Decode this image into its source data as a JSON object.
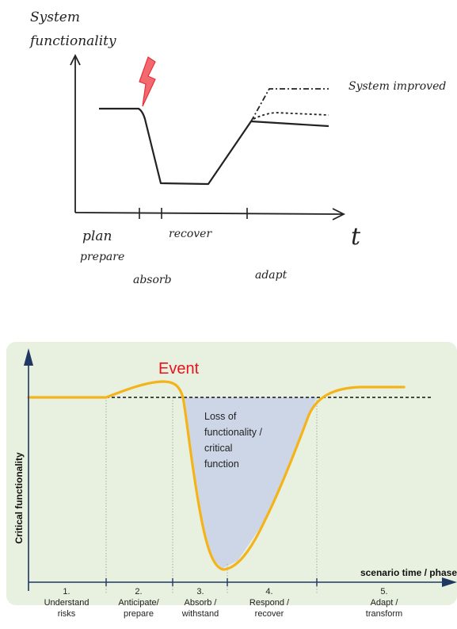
{
  "sketch": {
    "y_label_line1": "System",
    "y_label_line2": "functionality",
    "x_label": "t",
    "improved_label": "System improved",
    "phase_plan": "plan",
    "phase_prepare": "prepare",
    "phase_recover": "recover",
    "phase_absorb": "absorb",
    "phase_adapt": "adapt",
    "colors": {
      "ink": "#222222",
      "lightning": "#e8303a"
    }
  },
  "resilience": {
    "event_label": "Event",
    "y_axis_label": "Critical functionality",
    "x_axis_label": "scenario time / phase",
    "loss_label_lines": [
      "Loss of",
      "functionality /",
      "critical",
      "function"
    ],
    "phases": [
      {
        "number": "1.",
        "line1": "Understand",
        "line2": "risks"
      },
      {
        "number": "2.",
        "line1": "Anticipate/",
        "line2": "prepare"
      },
      {
        "number": "3.",
        "line1": "Absorb /",
        "line2": "withstand"
      },
      {
        "number": "4.",
        "line1": "Respond /",
        "line2": "recover"
      },
      {
        "number": "5.",
        "line1": "Adapt /",
        "line2": "transform"
      }
    ],
    "colors": {
      "panel_bg": "#e8f0df",
      "curve": "#f5b31a",
      "loss_fill": "#cdd6e6",
      "axis": "#1f3864",
      "event_text": "#e8141c"
    }
  }
}
